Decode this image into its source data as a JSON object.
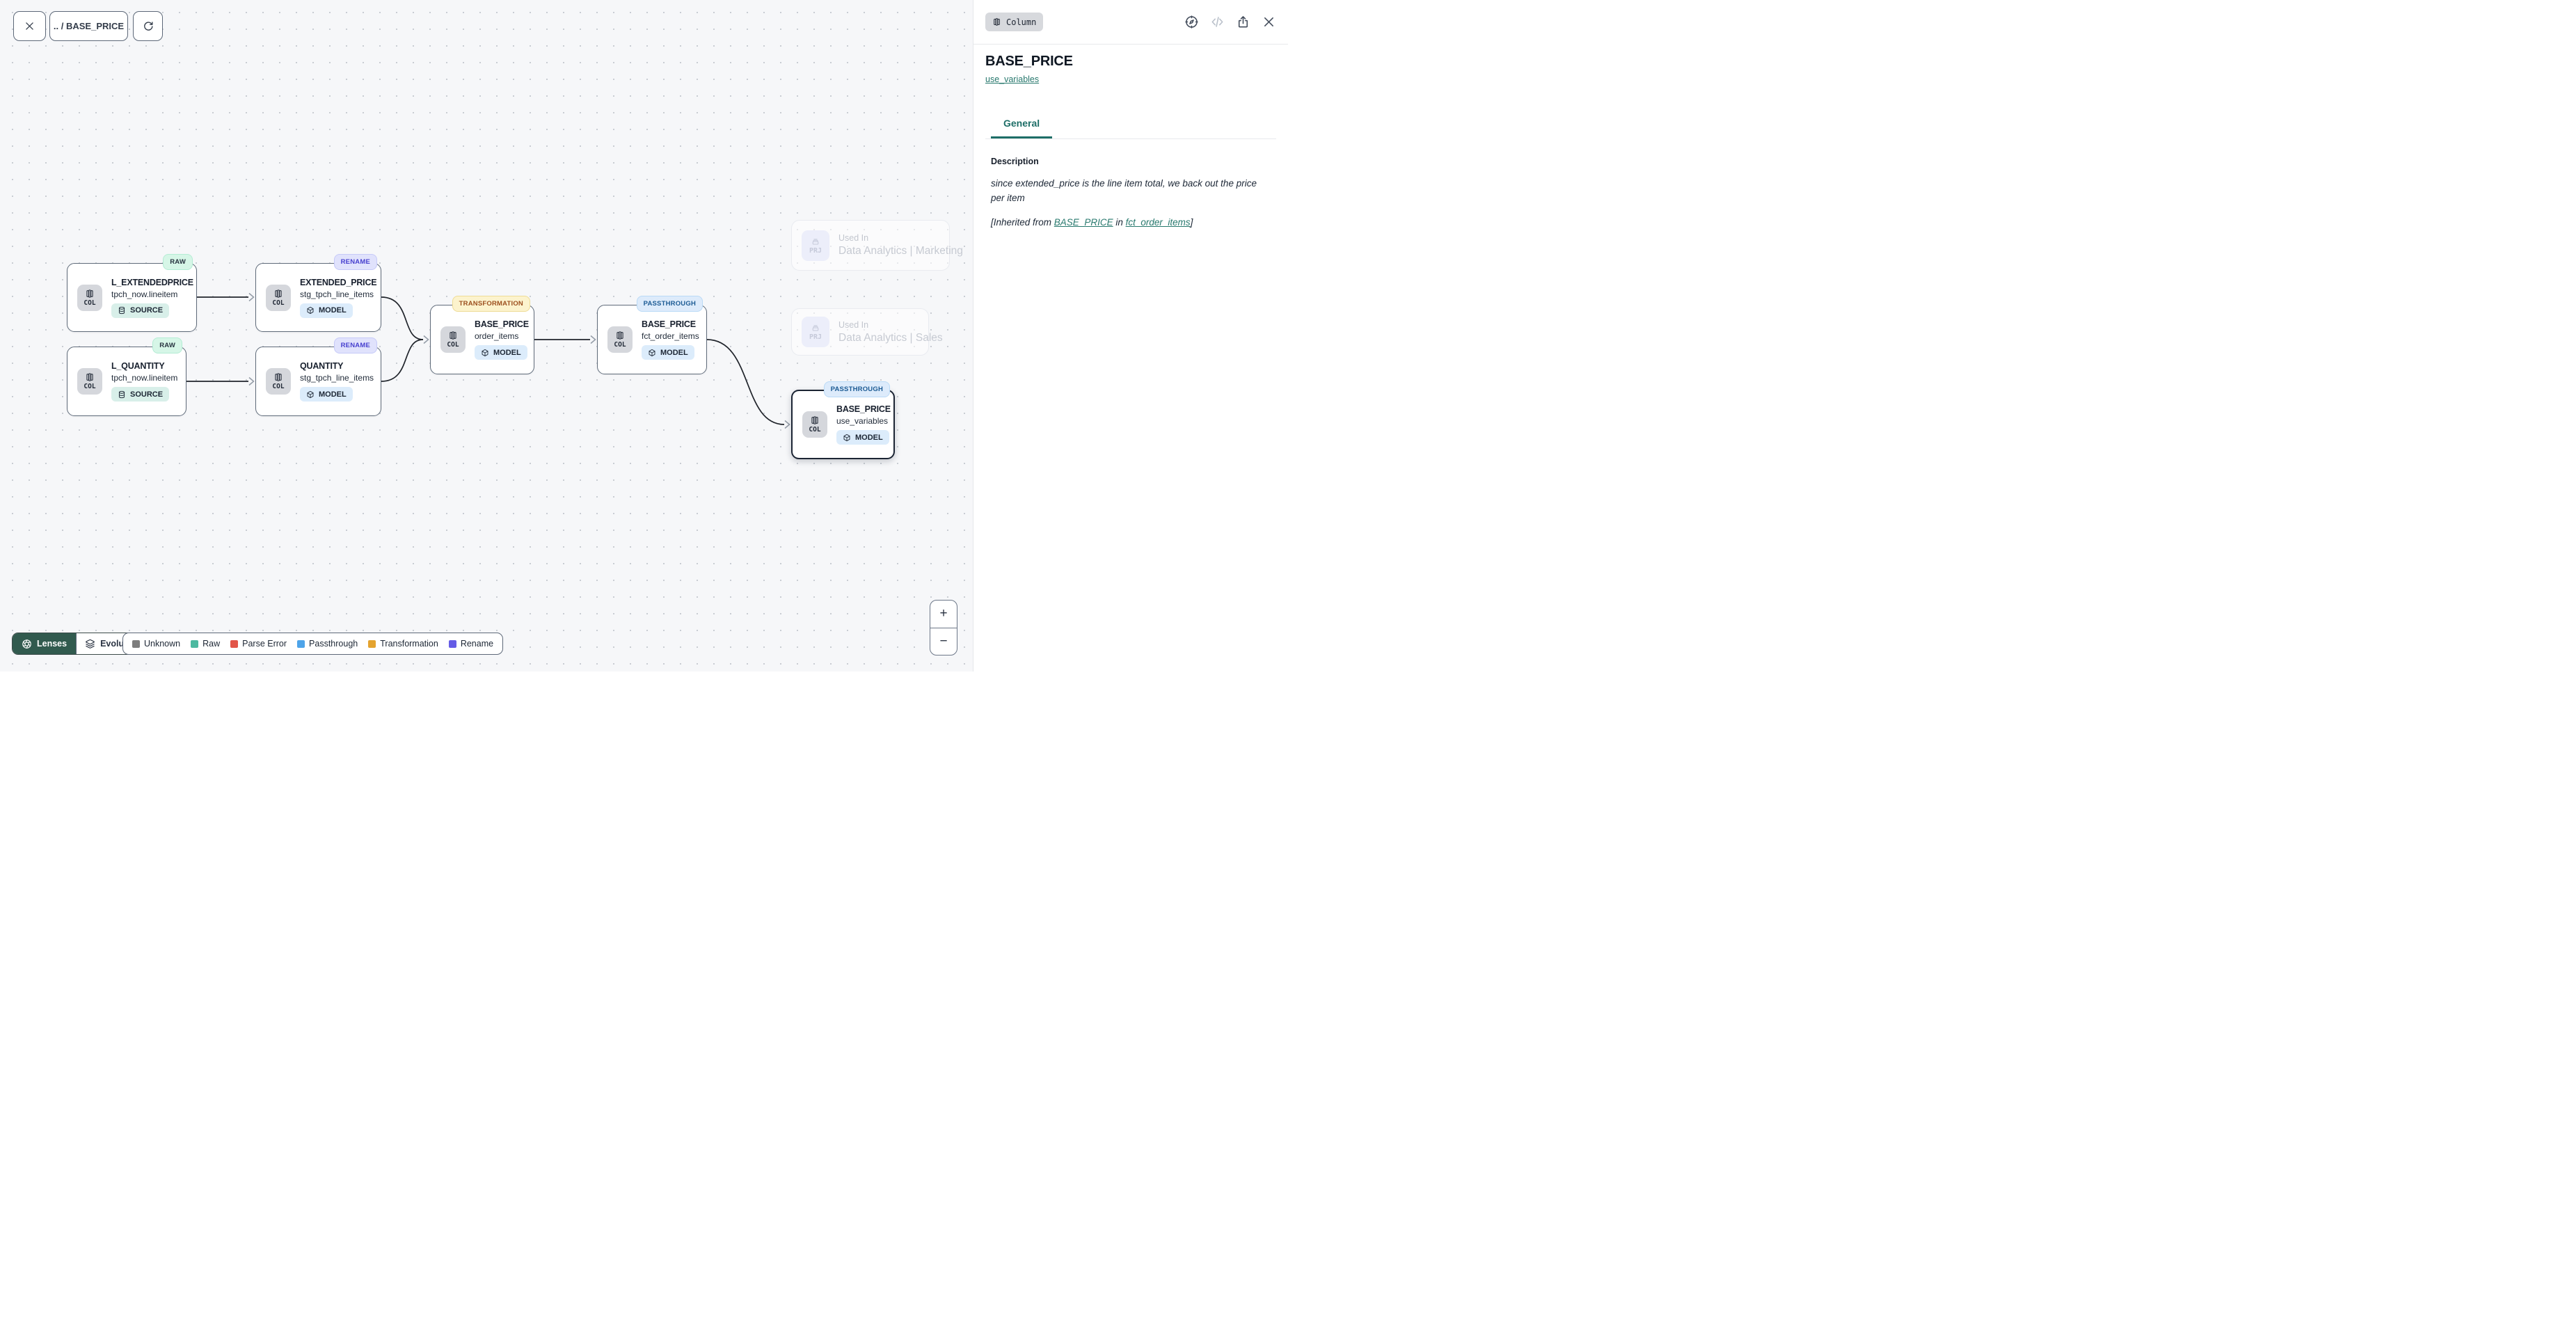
{
  "toolbar": {
    "breadcrumb": ".. / BASE_PRICE"
  },
  "graph": {
    "nodes": [
      {
        "lens": "RAW",
        "title": "L_EXTENDEDPRICE",
        "subtitle": "tpch_now.lineitem",
        "chip": "COL",
        "kind": "SOURCE"
      },
      {
        "lens": "RENAME",
        "title": "EXTENDED_PRICE",
        "subtitle": "stg_tpch_line_items",
        "chip": "COL",
        "kind": "MODEL"
      },
      {
        "lens": "RAW",
        "title": "L_QUANTITY",
        "subtitle": "tpch_now.lineitem",
        "chip": "COL",
        "kind": "SOURCE"
      },
      {
        "lens": "RENAME",
        "title": "QUANTITY",
        "subtitle": "stg_tpch_line_items",
        "chip": "COL",
        "kind": "MODEL"
      },
      {
        "lens": "TRANSFORMATION",
        "title": "BASE_PRICE",
        "subtitle": "order_items",
        "chip": "COL",
        "kind": "MODEL"
      },
      {
        "lens": "PASSTHROUGH",
        "title": "BASE_PRICE",
        "subtitle": "fct_order_items",
        "chip": "COL",
        "kind": "MODEL"
      },
      {
        "lens": "PASSTHROUGH",
        "title": "BASE_PRICE",
        "subtitle": "use_variables",
        "chip": "COL",
        "kind": "MODEL",
        "selected": true
      }
    ],
    "used_in": [
      {
        "chip": "PRJ",
        "label": "Used In",
        "name": "Data Analytics | Marketing"
      },
      {
        "chip": "PRJ",
        "label": "Used In",
        "name": "Data Analytics | Sales"
      }
    ]
  },
  "lenses_bar": {
    "lenses_label": "Lenses",
    "mode_label": "Evolution"
  },
  "legend": [
    {
      "label": "Unknown",
      "color": "#7d7d7d"
    },
    {
      "label": "Raw",
      "color": "#4cb9a0"
    },
    {
      "label": "Parse Error",
      "color": "#e25549"
    },
    {
      "label": "Passthrough",
      "color": "#4ea4e9"
    },
    {
      "label": "Transformation",
      "color": "#e4a32f"
    },
    {
      "label": "Rename",
      "color": "#655ce6"
    }
  ],
  "zoom_controls": {
    "zoom_in": "+",
    "zoom_out": "−"
  },
  "panel": {
    "entity_badge": "Column",
    "title": "BASE_PRICE",
    "model_link": "use_variables",
    "tabs": [
      {
        "label": "General",
        "active": true
      }
    ],
    "description_heading": "Description",
    "description_text": "since extended_price is the line item total, we back out the price per item",
    "inherited": {
      "prefix": "[Inherited from ",
      "link_column": "BASE_PRICE",
      "infix": " in ",
      "link_model": "fct_order_items",
      "suffix": "]"
    }
  },
  "colors": {
    "accent_teal": "#1e6e67",
    "lenses_button": "#315a4e",
    "canvas_background": "#f6f7f9",
    "selected_node_border": "#1b2433"
  }
}
